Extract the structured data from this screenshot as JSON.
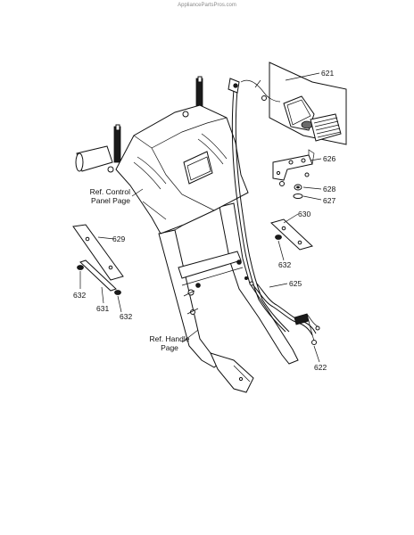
{
  "header": {
    "site": "AppliancePartsPros.com"
  },
  "callouts": {
    "p621": "621",
    "p626": "626",
    "p628": "628",
    "p627": "627",
    "p630": "630",
    "p632_right": "632",
    "p629": "629",
    "p625": "625",
    "p632_left": "632",
    "p631": "631",
    "p632_bottom": "632",
    "p622": "622"
  },
  "references": {
    "control_panel_line1": "Ref. Control",
    "control_panel_line2": "Panel Page",
    "handle_line1": "Ref. Handle",
    "handle_line2": "Page"
  }
}
